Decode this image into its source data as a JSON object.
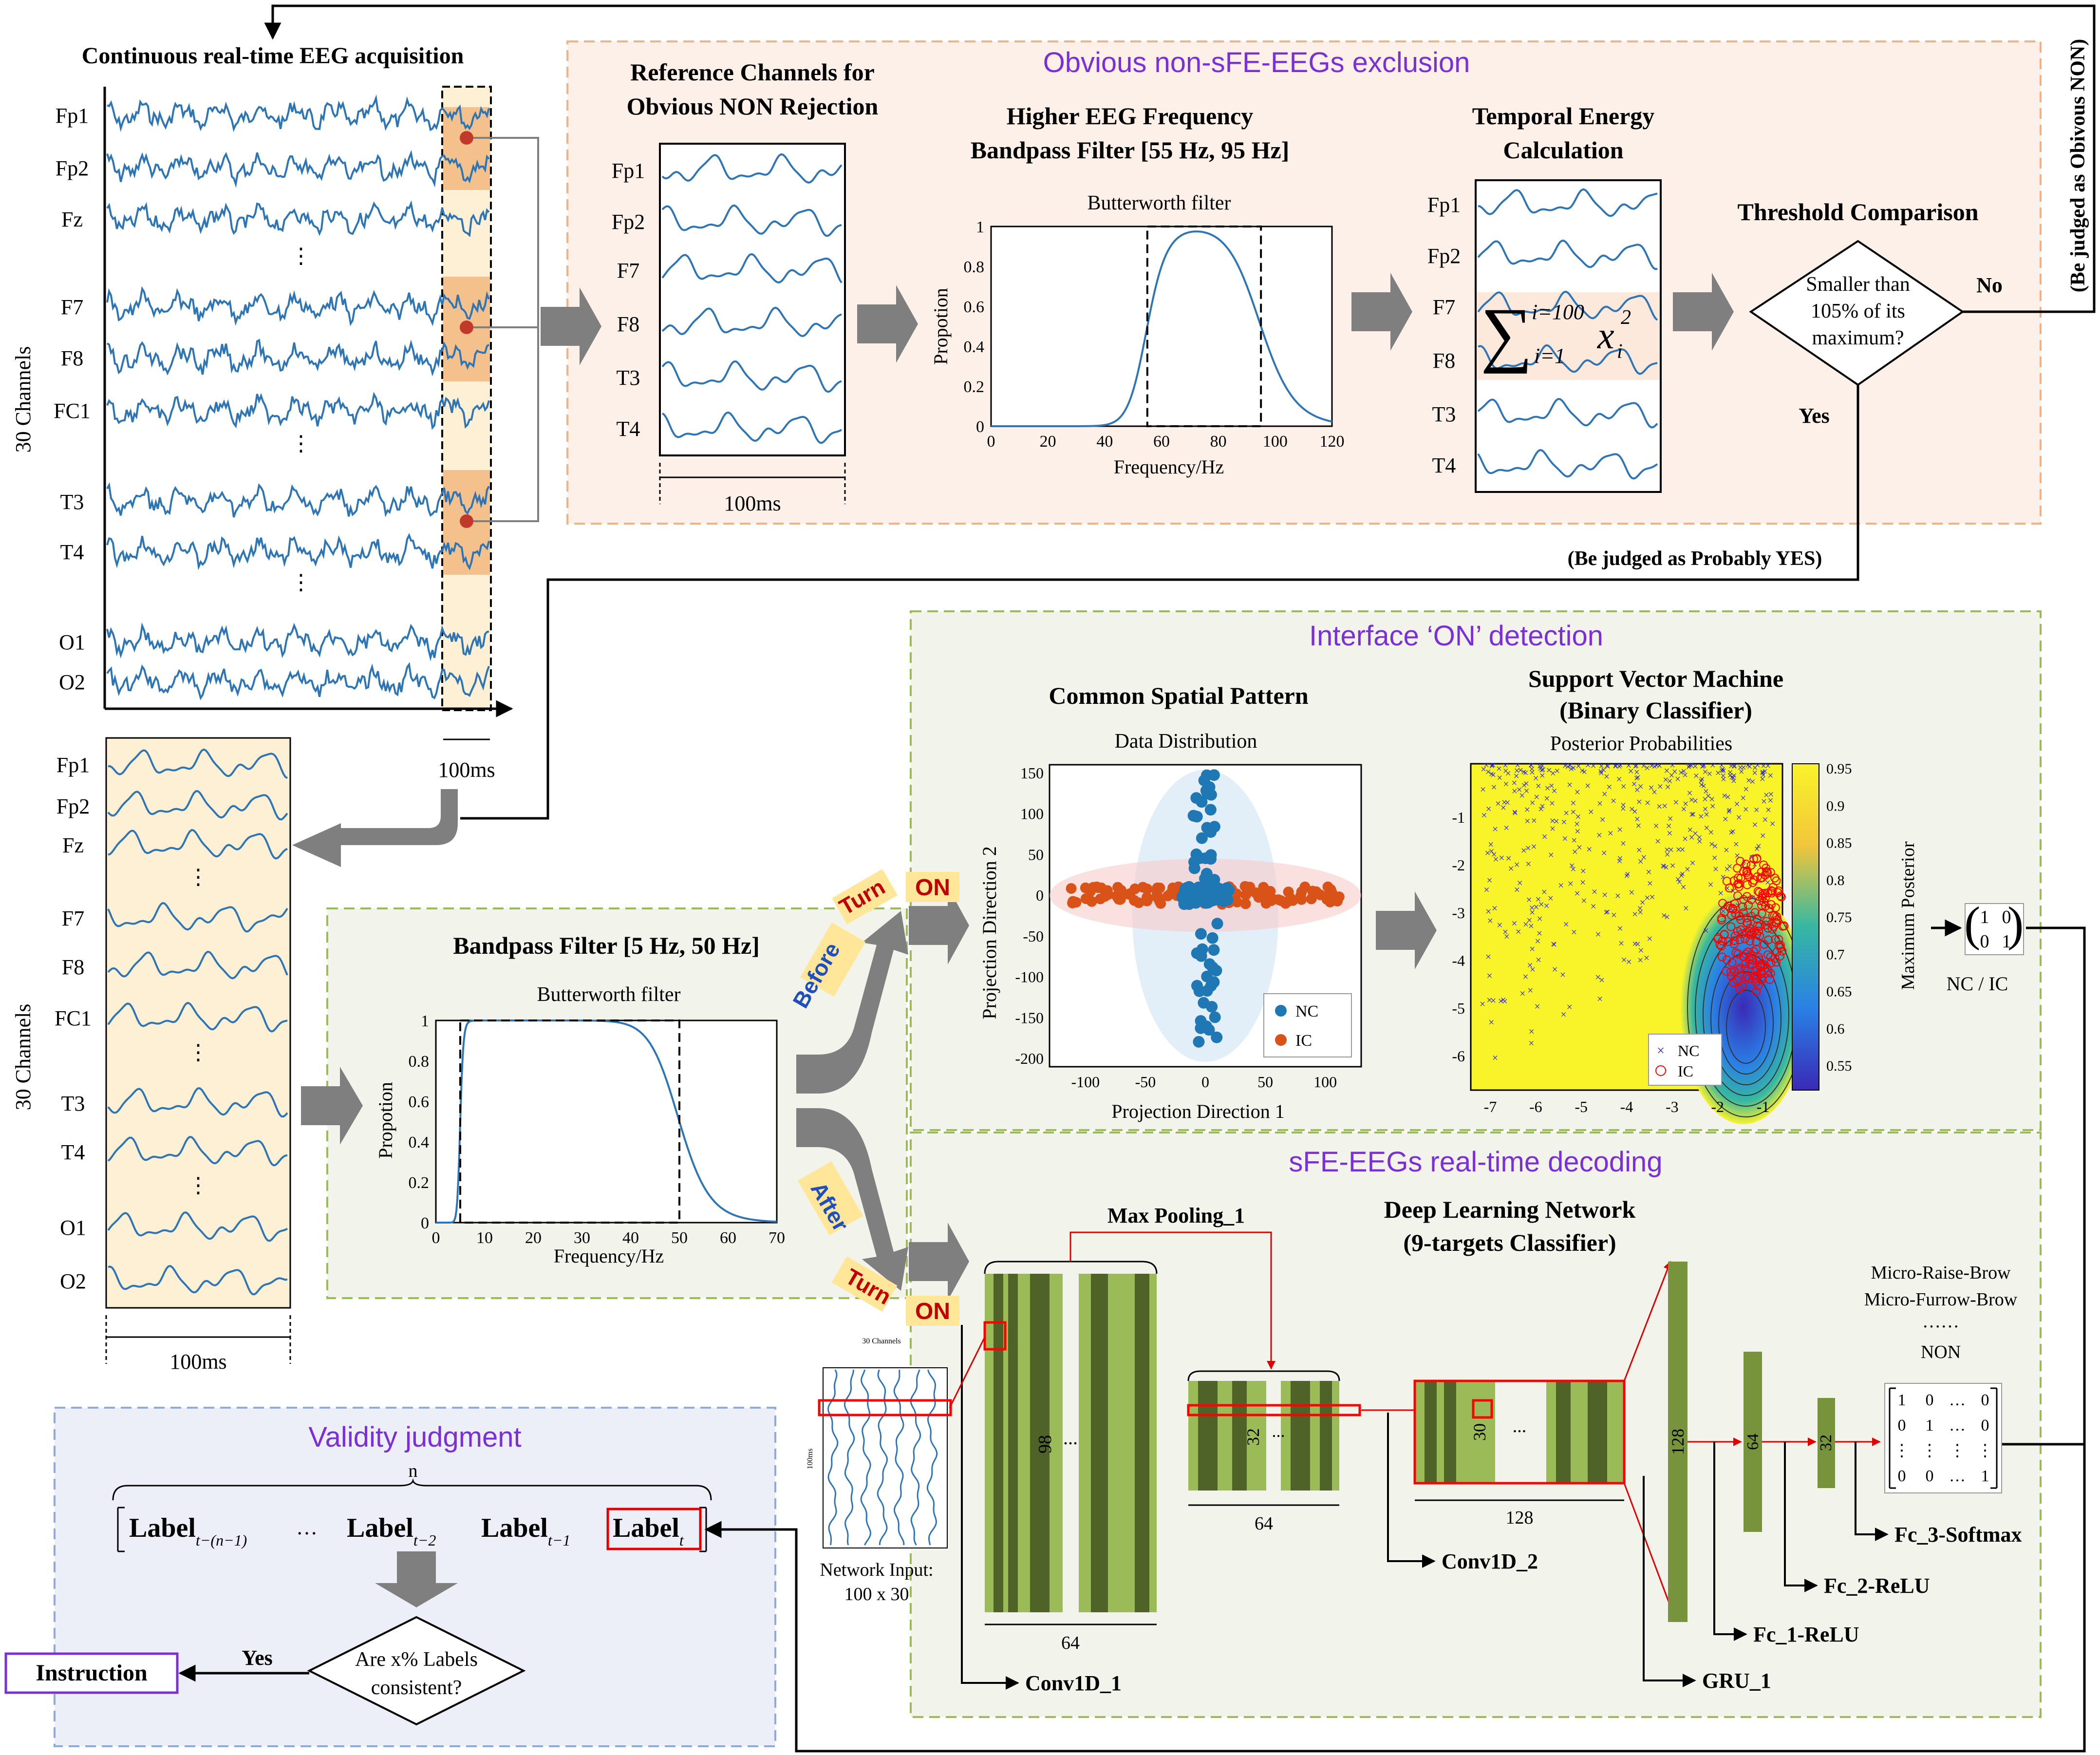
{
  "eeg_acquisition": {
    "title": "Continuous real-time EEG acquisition",
    "axis_label": "30 Channels",
    "channels": [
      "Fp1",
      "Fp2",
      "Fz",
      "F7",
      "F8",
      "FC1",
      "T3",
      "T4",
      "O1",
      "O2"
    ],
    "window_label": "100ms"
  },
  "epoch_panel": {
    "axis_label": "30 Channels",
    "channels": [
      "Fp1",
      "Fp2",
      "Fz",
      "F7",
      "F8",
      "FC1",
      "T3",
      "T4",
      "O1",
      "O2"
    ],
    "window_label": "100ms"
  },
  "non_exclusion": {
    "title": "Obvious non-sFE-EEGs exclusion",
    "reference": {
      "title_line1": "Reference Channels for",
      "title_line2": "Obvious NON Rejection",
      "channels": [
        "Fp1",
        "Fp2",
        "F7",
        "F8",
        "T3",
        "T4"
      ],
      "window_label": "100ms"
    },
    "high_filter": {
      "title_line1": "Higher EEG Frequency",
      "title_line2": "Bandpass Filter [55 Hz, 95 Hz]",
      "plot_title": "Butterworth filter",
      "xlabel": "Frequency/Hz",
      "ylabel": "Propotion",
      "xticks": [
        "0",
        "20",
        "40",
        "60",
        "80",
        "100",
        "120"
      ],
      "yticks": [
        "0",
        "0.2",
        "0.4",
        "0.6",
        "0.8",
        "1"
      ]
    },
    "energy": {
      "title_line1": "Temporal Energy",
      "title_line2": "Calculation",
      "channels": [
        "Fp1",
        "Fp2",
        "F7",
        "F8",
        "T3",
        "T4"
      ],
      "formula_upper": "i=100",
      "formula_lower": "i=1",
      "formula_term": "x",
      "formula_sub": "i",
      "formula_sup": "2"
    },
    "threshold": {
      "title": "Threshold Comparison",
      "question_line1": "Smaller than",
      "question_line2": "105% of its",
      "question_line3": "maximum?",
      "no_label": "No",
      "yes_label": "Yes",
      "no_result": "(Be judged as Obivous NON)",
      "yes_result": "(Be judged as Probably YES)"
    }
  },
  "bandpass": {
    "title": "Bandpass Filter [5 Hz, 50 Hz]",
    "plot_title": "Butterworth filter",
    "xlabel": "Frequency/Hz",
    "ylabel": "Propotion",
    "xticks": [
      "0",
      "10",
      "20",
      "30",
      "40",
      "50",
      "60",
      "70"
    ],
    "yticks": [
      "0",
      "0.2",
      "0.4",
      "0.6",
      "0.8",
      "1"
    ]
  },
  "turn_on": {
    "before_word": "Before",
    "after_word": "After",
    "turn_word": "Turn",
    "on_word": "ON"
  },
  "interface_on": {
    "title": "Interface ‘ON’ detection",
    "csp": {
      "title": "Common Spatial Pattern",
      "plot_title": "Data Distribution",
      "xlabel": "Projection Direction 1",
      "ylabel": "Projection Direction 2",
      "xticks": [
        "-100",
        "-50",
        "0",
        "50",
        "100"
      ],
      "yticks": [
        "150",
        "100",
        "50",
        "0",
        "-50",
        "-100",
        "-150",
        "-200"
      ],
      "legend": [
        "NC",
        "IC"
      ]
    },
    "svm": {
      "title_line1": "Support Vector Machine",
      "title_line2": "(Binary Classifier)",
      "plot_title": "Posterior Probabilities",
      "xticks": [
        "-7",
        "-6",
        "-5",
        "-4",
        "-3",
        "-2",
        "-1"
      ],
      "yticks": [
        "-1",
        "-2",
        "-3",
        "-4",
        "-5",
        "-6"
      ],
      "colorbar_label": "Maximum Posterior",
      "colorbar_ticks": [
        "0.95",
        "0.9",
        "0.85",
        "0.8",
        "0.75",
        "0.7",
        "0.65",
        "0.6",
        "0.55"
      ],
      "legend": [
        "NC",
        "IC"
      ]
    },
    "output_matrix": [
      [
        "1",
        "0"
      ],
      [
        "0",
        "1"
      ]
    ],
    "output_label": "NC / IC"
  },
  "decoding": {
    "title": "sFE-EEGs real-time decoding",
    "network_title_line1": "Deep Learning Network",
    "network_title_line2": "(9-targets Classifier)",
    "input_header": "30 Channels",
    "input_side": "100ms",
    "input_label_line1": "Network Input:",
    "input_label_line2": "100 x 30",
    "maxpool_label": "Max Pooling_1",
    "conv1_height": "98",
    "conv1_width": "64",
    "conv1_label": "Conv1D_1",
    "pool_height": "32",
    "pool_width": "64",
    "conv2_height": "30",
    "conv2_width": "128",
    "conv2_label": "Conv1D_2",
    "gru_size": "128",
    "gru_label": "GRU_1",
    "fc1_size": "64",
    "fc1_label": "Fc_1-ReLU",
    "fc2_size": "32",
    "fc2_label": "Fc_2-ReLU",
    "fc3_label": "Fc_3-Softmax",
    "classes": [
      "Micro-Raise-Brow",
      "Micro-Furrow-Brow",
      "……",
      "NON"
    ],
    "ellipsis": "...",
    "output_matrix": [
      [
        "1",
        "0",
        "…",
        "0"
      ],
      [
        "0",
        "1",
        "…",
        "0"
      ],
      [
        "⋮",
        "⋮",
        "⋮",
        "⋮"
      ],
      [
        "0",
        "0",
        "…",
        "1"
      ]
    ]
  },
  "validity": {
    "title": "Validity judgment",
    "n_label": "n",
    "label_word": "Label",
    "labels_sub": [
      "t−(n−1)",
      "…",
      "t−2",
      "t−1",
      "t"
    ],
    "question_line1": "Are x% Labels",
    "question_line2": "consistent?",
    "yes_label": "Yes",
    "instruction": "Instruction"
  },
  "colors": {
    "signal_blue": "#2e75b6",
    "purple_title": "#7b2fd6",
    "arrow_grey": "#7f7f7f",
    "dark_green": "#4f6228",
    "light_green": "#9bbb59",
    "red_box": "#ff0000",
    "nc_blue": "#1f77b4",
    "ic_orange": "#d95319"
  }
}
